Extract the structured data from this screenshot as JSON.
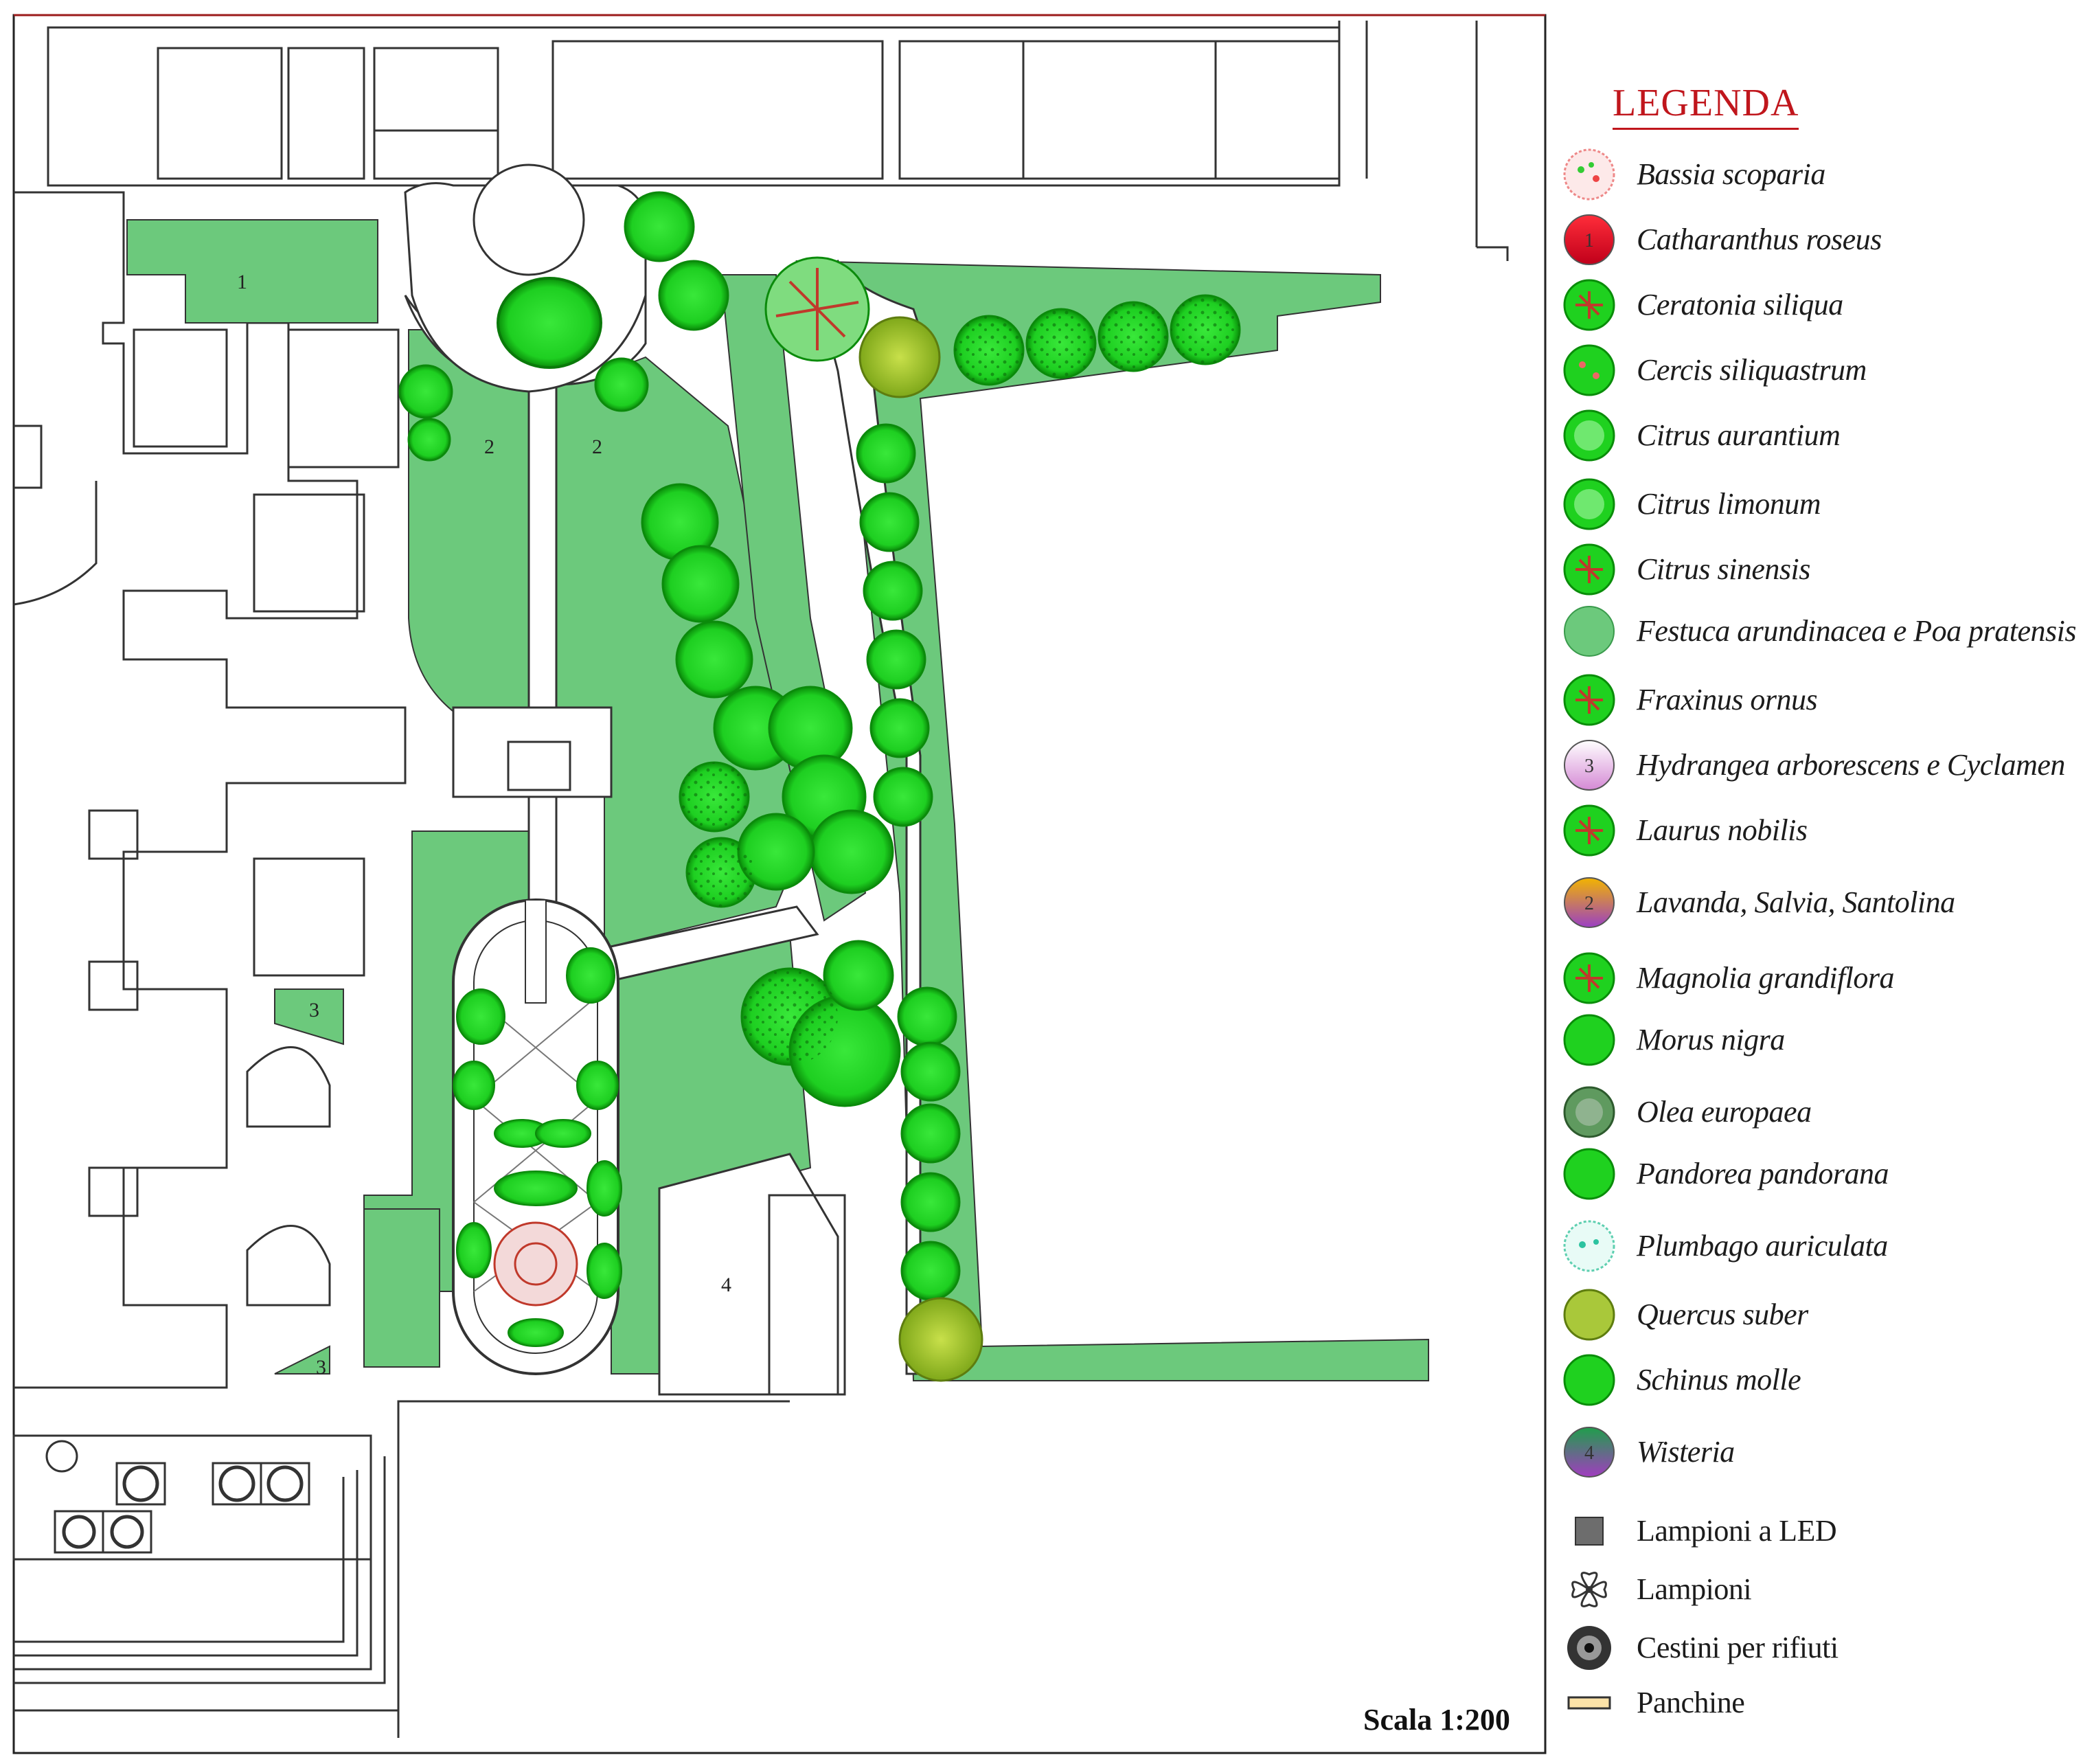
{
  "legend": {
    "title": "LEGENDA",
    "items": [
      {
        "label": "Bassia scoparia",
        "icon": "speckled-red-green-circle",
        "style": "italic"
      },
      {
        "label": "Catharanthus roseus",
        "icon": "red-numbered-circle",
        "number": "1",
        "style": "italic"
      },
      {
        "label": "Ceratonia siliqua",
        "icon": "green-tree-red-branches",
        "style": "italic"
      },
      {
        "label": "Cercis siliquastrum",
        "icon": "green-pink-speckled-tree",
        "style": "italic"
      },
      {
        "label": "Citrus aurantium",
        "icon": "light-green-tree",
        "style": "italic"
      },
      {
        "label": "Citrus limonum",
        "icon": "light-green-tree",
        "style": "italic"
      },
      {
        "label": "Citrus sinensis",
        "icon": "green-tree-red-dots",
        "style": "italic"
      },
      {
        "label": "Festuca arundinacea e Poa pratensis",
        "icon": "lawn-green-circle",
        "style": "italic"
      },
      {
        "label": "Fraxinus ornus",
        "icon": "green-tree-red-dots",
        "style": "italic"
      },
      {
        "label": "Hydrangea arborescens e Cyclamen",
        "icon": "pink-numbered-circle",
        "number": "3",
        "style": "italic"
      },
      {
        "label": "Laurus nobilis",
        "icon": "dark-green-tree-red-branches",
        "style": "italic"
      },
      {
        "label": "Lavanda, Salvia, Santolina",
        "icon": "orange-purple-numbered-circle",
        "number": "2",
        "style": "italic"
      },
      {
        "label": "Magnolia grandiflora",
        "icon": "green-tree-red-ring",
        "style": "italic"
      },
      {
        "label": "Morus nigra",
        "icon": "green-tree",
        "style": "italic"
      },
      {
        "label": "Olea europaea",
        "icon": "grey-green-tree",
        "style": "italic"
      },
      {
        "label": "Pandorea pandorana",
        "icon": "green-shrub",
        "style": "italic"
      },
      {
        "label": "Plumbago auriculata",
        "icon": "cyan-speckled-circle",
        "style": "italic"
      },
      {
        "label": "Quercus suber",
        "icon": "olive-tree",
        "style": "italic"
      },
      {
        "label": "Schinus molle",
        "icon": "bright-green-tree",
        "style": "italic"
      },
      {
        "label": "Wisteria",
        "icon": "green-purple-numbered-circle",
        "number": "4",
        "style": "italic"
      },
      {
        "label": "Lampioni a LED",
        "icon": "grey-square-lamp",
        "style": "plain"
      },
      {
        "label": "Lampioni",
        "icon": "four-petal-lamp",
        "style": "plain"
      },
      {
        "label": "Cestini per rifiuti",
        "icon": "dark-round-bin",
        "style": "plain"
      },
      {
        "label": "Panchine",
        "icon": "bench-rectangle",
        "style": "plain"
      }
    ]
  },
  "scale_label": "Scala 1:200",
  "zones": [
    "1",
    "2",
    "2",
    "3",
    "3",
    "4"
  ],
  "colors": {
    "lawn": "#6cc97c",
    "lawn_dark": "#5ab86a",
    "tree": "#1fd11f",
    "tree_dark": "#0a9a0a",
    "branch": "#c0392b",
    "line": "#333333",
    "legend_title": "#c0161c"
  }
}
